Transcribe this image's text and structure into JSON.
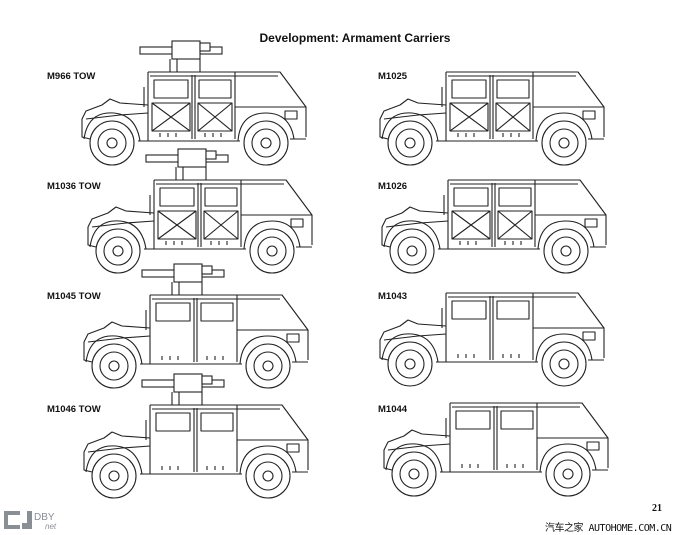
{
  "page": {
    "title": "Development: Armament Carriers",
    "page_number": "21"
  },
  "vehicles": [
    {
      "label": "M966 TOW",
      "tow": true,
      "x_doors": true
    },
    {
      "label": "M1025",
      "tow": false,
      "x_doors": true
    },
    {
      "label": "M1036 TOW",
      "tow": true,
      "x_doors": true
    },
    {
      "label": "M1026",
      "tow": false,
      "x_doors": true
    },
    {
      "label": "M1045 TOW",
      "tow": true,
      "x_doors": false
    },
    {
      "label": "M1043",
      "tow": false,
      "x_doors": false
    },
    {
      "label": "M1046 TOW",
      "tow": true,
      "x_doors": false
    },
    {
      "label": "M1044",
      "tow": false,
      "x_doors": false
    }
  ],
  "watermarks": {
    "left_logo": "CJDBY.net",
    "right_text": "汽车之家 AUTOHOME.COM.CN"
  }
}
